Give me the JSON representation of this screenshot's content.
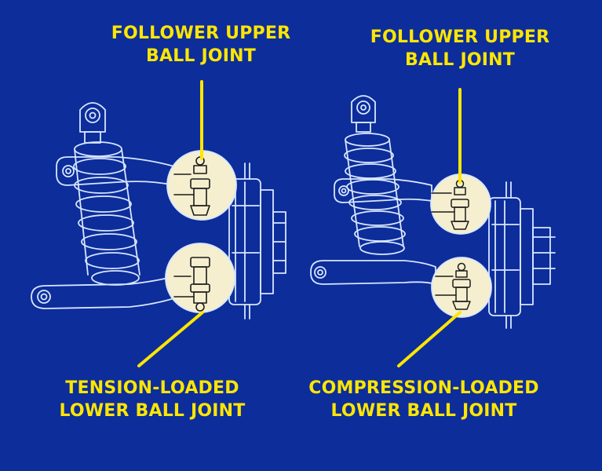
{
  "colors": {
    "background": "#0d2d9a",
    "linework": "#d7e6ff",
    "callout": "#ffe600",
    "highlight_fill": "#f5efcf"
  },
  "left_diagram": {
    "upper_label": [
      "FOLLOWER UPPER",
      "BALL JOINT"
    ],
    "lower_label": [
      "TENSION-LOADED",
      "LOWER BALL JOINT"
    ]
  },
  "right_diagram": {
    "upper_label": [
      "FOLLOWER UPPER",
      "BALL JOINT"
    ],
    "lower_label": [
      "COMPRESSION-LOADED",
      "LOWER BALL JOINT"
    ]
  }
}
